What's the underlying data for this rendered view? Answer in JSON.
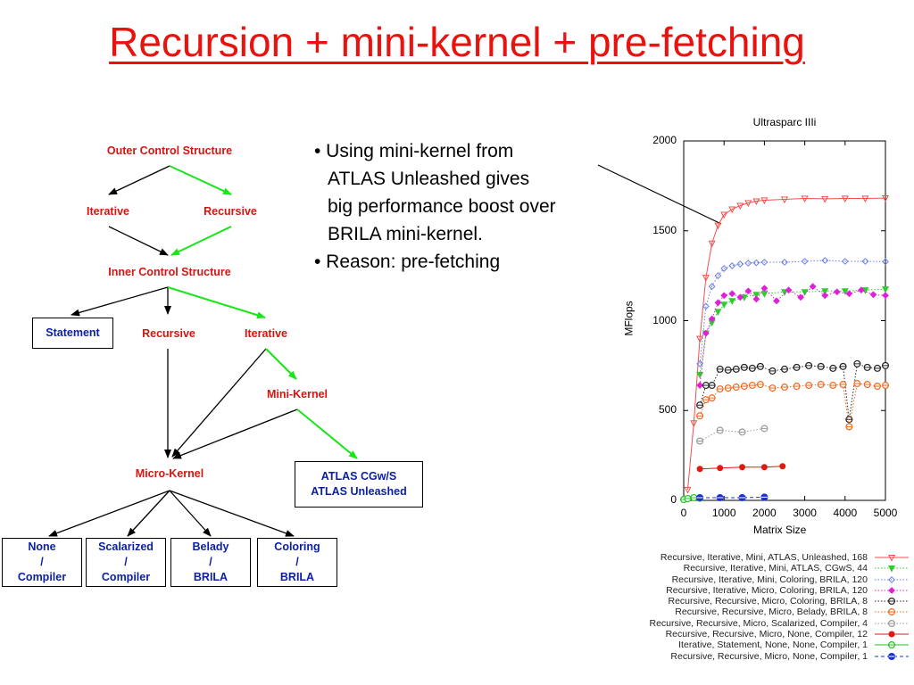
{
  "title": "Recursion + mini-kernel + pre-fetching",
  "diagram": {
    "outer": "Outer Control Structure",
    "iterative1": "Iterative",
    "recursive1": "Recursive",
    "inner": "Inner Control Structure",
    "statement": "Statement",
    "recursive2": "Recursive",
    "iterative2": "Iterative",
    "mini_kernel": "Mini-Kernel",
    "micro_kernel": "Micro-Kernel",
    "atlas_l1": "ATLAS CGw/S",
    "atlas_l2": "ATLAS Unleashed",
    "leaves": [
      {
        "l1": "None",
        "l2": "/",
        "l3": "Compiler"
      },
      {
        "l1": "Scalarized",
        "l2": "/",
        "l3": "Compiler"
      },
      {
        "l1": "Belady",
        "l2": "/",
        "l3": "BRILA"
      },
      {
        "l1": "Coloring",
        "l2": "/",
        "l3": "BRILA"
      }
    ]
  },
  "bullets": {
    "b1_l1": "• Using mini-kernel from",
    "b1_l2": "ATLAS Unleashed gives",
    "b1_l3": "big performance boost over",
    "b1_l4": "BRILA mini-kernel.",
    "b2": "• Reason: pre-fetching"
  },
  "chart_data": {
    "type": "line",
    "title": "Ultrasparc IIIi",
    "xlabel": "Matrix Size",
    "ylabel": "MFlops",
    "xlim": [
      0,
      5000
    ],
    "ylim": [
      0,
      2000
    ],
    "xticks": [
      "0",
      "1000",
      "2000",
      "3000",
      "4000",
      "5000"
    ],
    "yticks": [
      "0",
      "500",
      "1000",
      "1500",
      "2000"
    ],
    "legend_position": "below",
    "series": [
      {
        "name": "Recursive, Iterative, Mini, ATLAS, Unleashed, 168",
        "color": "#f0504e",
        "marker": "tri-down",
        "line": "solid",
        "x": [
          100,
          250,
          400,
          550,
          700,
          850,
          1000,
          1200,
          1400,
          1600,
          1800,
          2000,
          2500,
          3000,
          3500,
          4000,
          4500,
          5000
        ],
        "y": [
          60,
          430,
          900,
          1240,
          1430,
          1530,
          1590,
          1620,
          1640,
          1655,
          1665,
          1670,
          1675,
          1680,
          1678,
          1680,
          1680,
          1682
        ]
      },
      {
        "name": "Recursive, Iterative, Mini, ATLAS, CGwS, 44",
        "color": "#2ecc2e",
        "marker": "tri-down-fill",
        "line": "dotted",
        "x": [
          400,
          550,
          700,
          850,
          1000,
          1200,
          1500,
          1800,
          2000,
          2500,
          3000,
          3500,
          4000,
          4500,
          5000
        ],
        "y": [
          700,
          930,
          990,
          1050,
          1090,
          1110,
          1130,
          1145,
          1150,
          1160,
          1160,
          1165,
          1165,
          1170,
          1175
        ]
      },
      {
        "name": "Recursive, Iterative, Mini, Coloring, BRILA, 120",
        "color": "#6b7de8",
        "marker": "diamond",
        "line": "dotted",
        "x": [
          400,
          550,
          700,
          850,
          1000,
          1200,
          1400,
          1600,
          1800,
          2000,
          2500,
          3000,
          3500,
          4000,
          4500,
          5000
        ],
        "y": [
          760,
          1080,
          1190,
          1250,
          1290,
          1305,
          1315,
          1320,
          1322,
          1325,
          1325,
          1330,
          1335,
          1330,
          1330,
          1328
        ]
      },
      {
        "name": "Recursive, Iterative, Micro, Coloring, BRILA, 120",
        "color": "#e020d8",
        "marker": "diamond-fill",
        "line": "dotted",
        "x": [
          400,
          550,
          700,
          850,
          1000,
          1200,
          1400,
          1600,
          1800,
          2000,
          2300,
          2600,
          2900,
          3200,
          3500,
          3800,
          4100,
          4400,
          4700,
          5000
        ],
        "y": [
          640,
          930,
          1010,
          1100,
          1140,
          1150,
          1130,
          1165,
          1120,
          1180,
          1110,
          1170,
          1130,
          1190,
          1140,
          1160,
          1150,
          1170,
          1145,
          1140
        ]
      },
      {
        "name": "Recursive, Recursive, Micro, Coloring, BRILA, 8",
        "color": "#222222",
        "marker": "circle-bar",
        "line": "dotted",
        "x": [
          400,
          550,
          700,
          900,
          1100,
          1300,
          1500,
          1700,
          1900,
          2200,
          2500,
          2800,
          3100,
          3400,
          3700,
          3950,
          4100,
          4300,
          4550,
          4800,
          5000
        ],
        "y": [
          530,
          640,
          640,
          730,
          725,
          730,
          740,
          735,
          745,
          720,
          730,
          740,
          750,
          745,
          735,
          745,
          450,
          760,
          740,
          735,
          750
        ]
      },
      {
        "name": "Recursive, Recursive, Micro, Belady, BRILA, 8",
        "color": "#f06a20",
        "marker": "circle-bar",
        "line": "dotted",
        "x": [
          400,
          550,
          700,
          900,
          1100,
          1300,
          1500,
          1700,
          1900,
          2200,
          2500,
          2800,
          3100,
          3400,
          3700,
          3950,
          4100,
          4300,
          4550,
          4800,
          5000
        ],
        "y": [
          470,
          560,
          570,
          620,
          625,
          630,
          635,
          640,
          645,
          625,
          630,
          635,
          640,
          645,
          640,
          645,
          410,
          650,
          645,
          635,
          640
        ]
      },
      {
        "name": "Recursive, Recursive, Micro, Scalarized, Compiler, 4",
        "color": "#9a9a9a",
        "marker": "circle-bar",
        "line": "dotted",
        "x": [
          400,
          900,
          1450,
          2000
        ],
        "y": [
          330,
          390,
          380,
          400
        ]
      },
      {
        "name": "Recursive, Recursive, Micro, None, Compiler, 12",
        "color": "#e01a10",
        "marker": "circle-fill",
        "line": "solid",
        "x": [
          400,
          900,
          1450,
          2000,
          2450
        ],
        "y": [
          175,
          180,
          185,
          185,
          190
        ]
      },
      {
        "name": "Iterative, Statement, None, None, Compiler, 1",
        "color": "#22c022",
        "marker": "circle-bar",
        "line": "solid",
        "x": [
          0,
          100,
          250,
          400
        ],
        "y": [
          5,
          10,
          15,
          12
        ]
      },
      {
        "name": "Recursive, Recursive, Micro, None, Compiler, 1",
        "color": "#1a30d0",
        "marker": "circle-bar-fill",
        "line": "dashed",
        "x": [
          400,
          900,
          1450,
          2000
        ],
        "y": [
          15,
          15,
          15,
          18
        ]
      }
    ]
  }
}
